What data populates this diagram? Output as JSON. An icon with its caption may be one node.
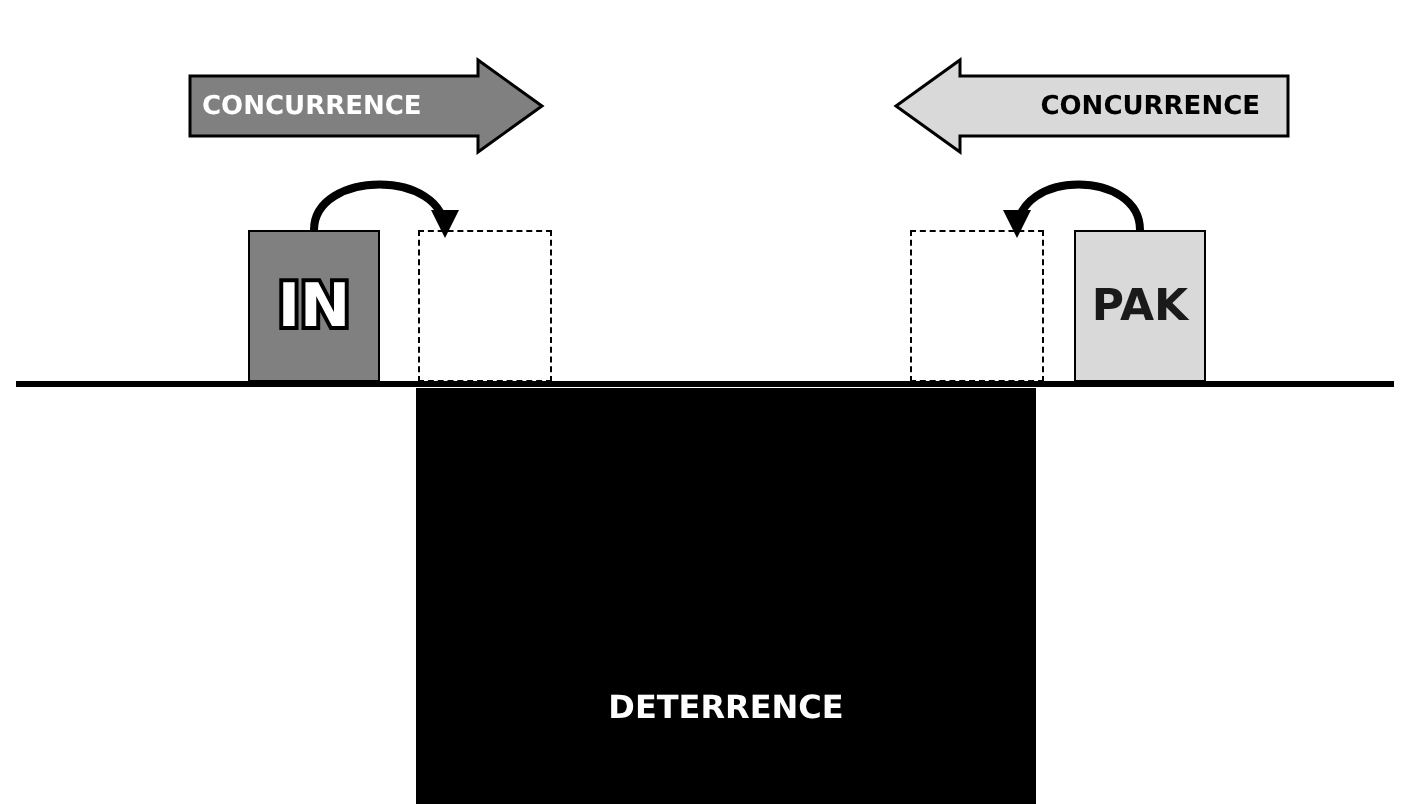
{
  "diagram": {
    "nodes": [
      {
        "text": [
          "CONCURRENCE"
        ]
      },
      {
        "text": [
          "CONCURRENCE"
        ]
      },
      {
        "text": [
          "IN"
        ]
      },
      {
        "text": [],
        "shape": "box"
      },
      {
        "text": [],
        "shape": "box"
      },
      {
        "text": [
          "PAK"
        ]
      },
      {
        "text": [
          "DETERRENCE"
        ]
      }
    ],
    "edges": [
      {
        "from": 2,
        "to": 3,
        "arrow": "to"
      },
      {
        "from": 5,
        "to": 4,
        "arrow": "to"
      }
    ]
  }
}
